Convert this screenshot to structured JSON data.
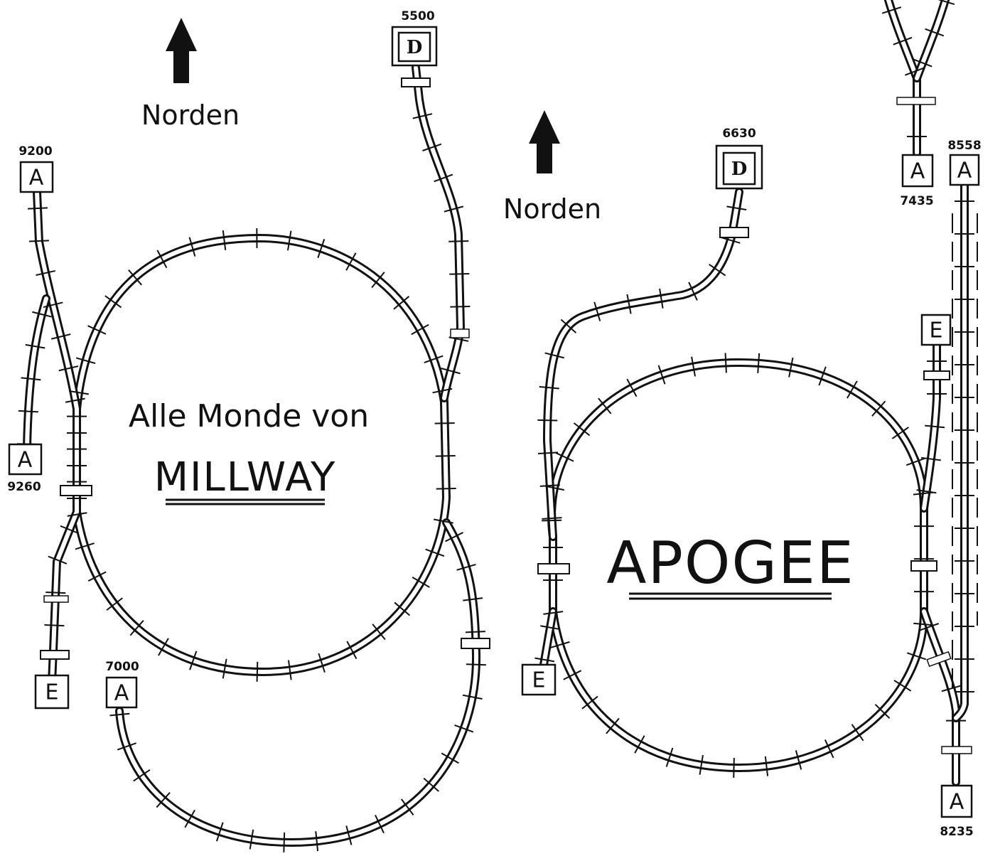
{
  "map": {
    "north_label": "Norden",
    "millway": {
      "heading": "Alle Monde von",
      "name": "MILLWAY"
    },
    "apogee": {
      "name": "APOGEE"
    },
    "stations": [
      {
        "id": "millway-a-9200",
        "letter": "A",
        "code": "9200"
      },
      {
        "id": "millway-a-9260",
        "letter": "A",
        "code": "9260"
      },
      {
        "id": "millway-d-5500",
        "letter": "D",
        "code": "5500"
      },
      {
        "id": "millway-e",
        "letter": "E",
        "code": ""
      },
      {
        "id": "millway-a-7000",
        "letter": "A",
        "code": "7000"
      },
      {
        "id": "apogee-d-6630",
        "letter": "D",
        "code": "6630"
      },
      {
        "id": "apogee-a-7435",
        "letter": "A",
        "code": "7435"
      },
      {
        "id": "apogee-a-8558",
        "letter": "A",
        "code": "8558"
      },
      {
        "id": "apogee-e-west",
        "letter": "E",
        "code": ""
      },
      {
        "id": "apogee-e-east",
        "letter": "E",
        "code": ""
      },
      {
        "id": "apogee-a-8235",
        "letter": "A",
        "code": "8235"
      }
    ]
  }
}
